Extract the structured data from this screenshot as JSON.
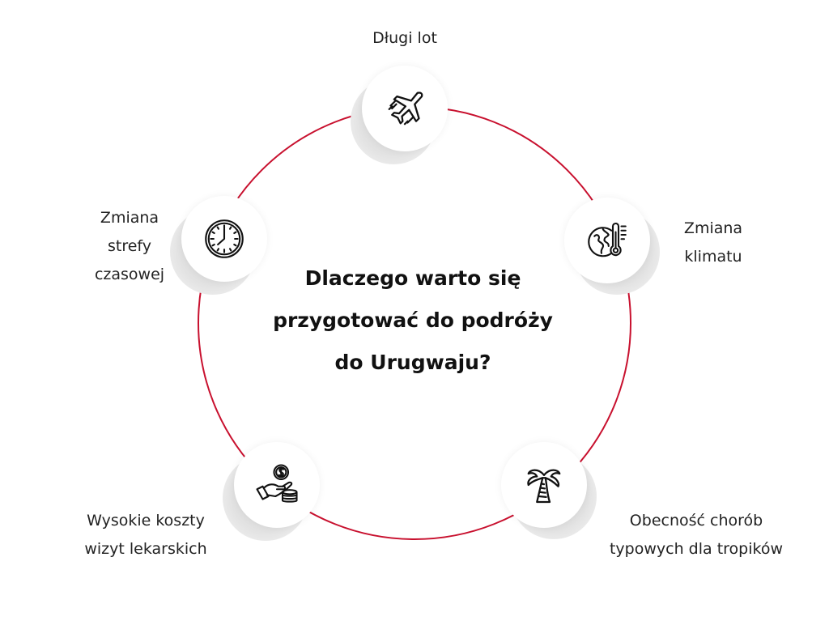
{
  "diagram": {
    "title_lines": [
      "Dlaczego warto się",
      "przygotować do podróży",
      "do Urugwaju?"
    ],
    "ring_color": "#c8102e",
    "nodes": [
      {
        "id": "long-flight",
        "icon": "airplane-icon",
        "label_lines": [
          "Długi lot"
        ]
      },
      {
        "id": "climate-change",
        "icon": "globe-thermometer-icon",
        "label_lines": [
          "Zmiana",
          "klimatu"
        ]
      },
      {
        "id": "tropical-diseases",
        "icon": "palm-tree-icon",
        "label_lines": [
          "Obecność chorób",
          "typowych dla tropików"
        ]
      },
      {
        "id": "medical-costs",
        "icon": "hand-coins-icon",
        "label_lines": [
          "Wysokie koszty",
          "wizyt lekarskich"
        ]
      },
      {
        "id": "time-zone-change",
        "icon": "clock-icon",
        "label_lines": [
          "Zmiana",
          "strefy",
          "czasowej"
        ]
      }
    ]
  }
}
